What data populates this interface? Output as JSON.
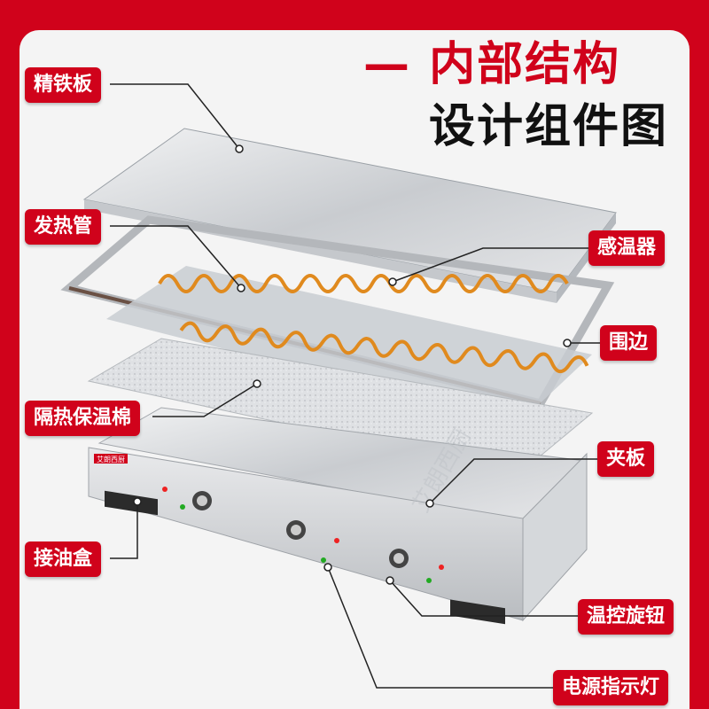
{
  "header": {
    "title_line1": "— 内部结构",
    "title_line2": "设计组件图"
  },
  "labels": {
    "iron_plate": "精铁板",
    "heating_tube": "发热管",
    "temp_sensor": "感温器",
    "rim": "围边",
    "insulation": "隔热保温棉",
    "splint": "夹板",
    "oil_box": "接油盒",
    "temp_knob": "温控旋钮",
    "power_light": "电源指示灯"
  },
  "brand": {
    "badge": "艾朗西厨",
    "watermark": "艾朗西厨"
  },
  "colors": {
    "accent_red": "#d0021b",
    "steel": "#d9dbde",
    "coil": "#e08a1e"
  }
}
